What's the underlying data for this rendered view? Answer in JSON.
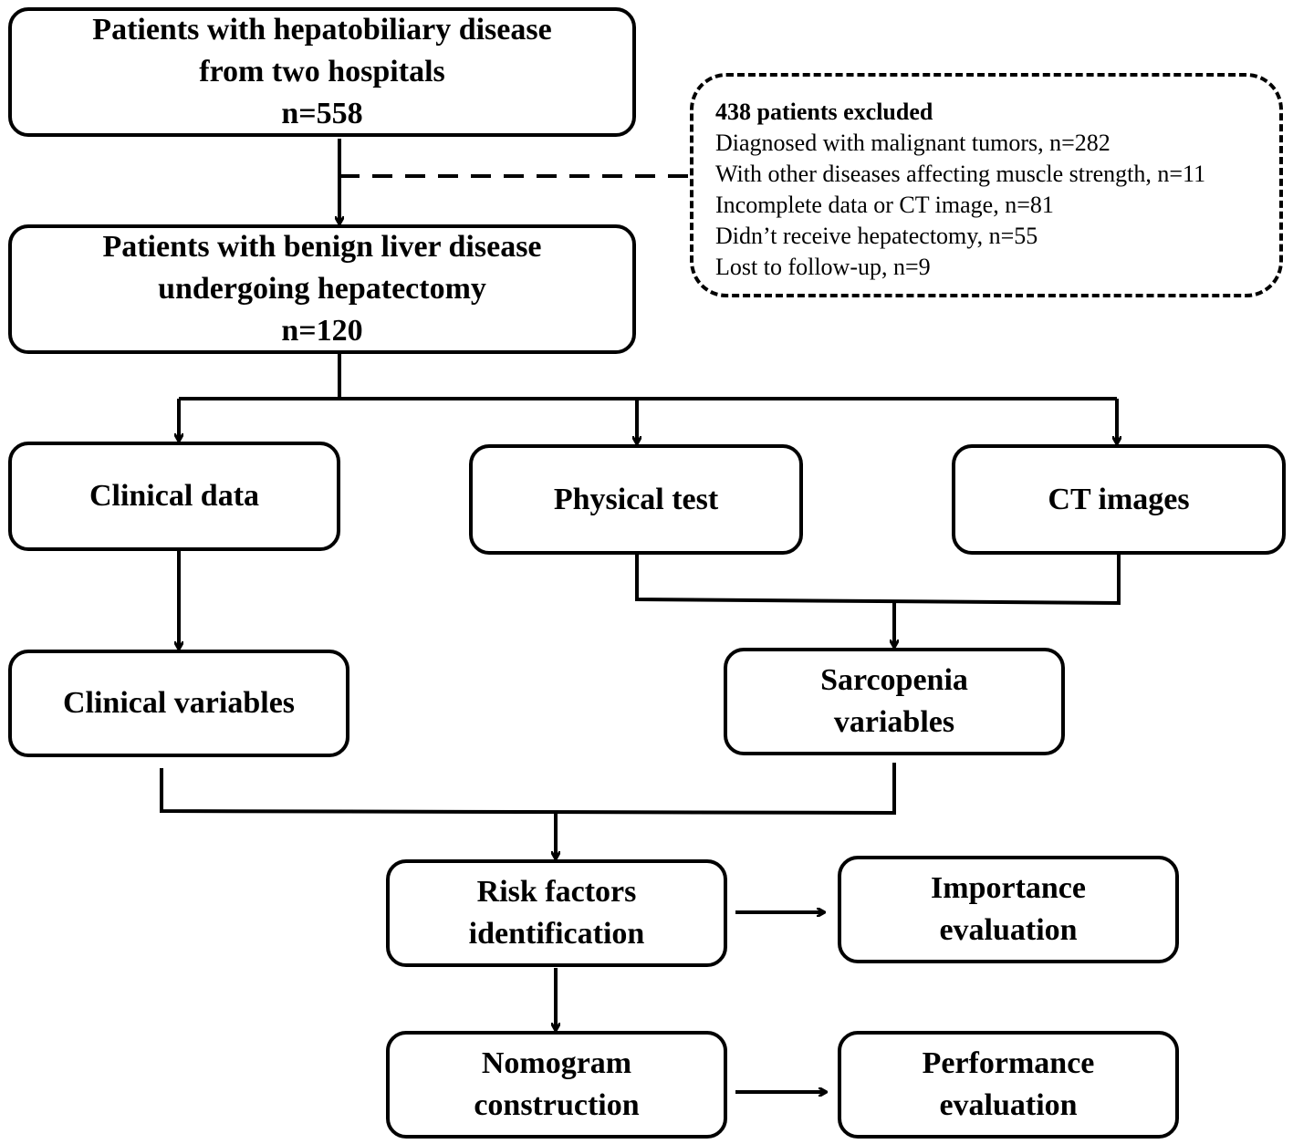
{
  "boxes": {
    "initial": {
      "line1": "Patients with hepatobiliary disease",
      "line2": "from two hospitals",
      "line3": "n=558"
    },
    "included": {
      "line1": "Patients with benign liver disease",
      "line2": "undergoing hepatectomy",
      "line3": "n=120"
    },
    "clinical_data": {
      "line1": "Clinical data"
    },
    "physical_test": {
      "line1": "Physical test"
    },
    "ct_images": {
      "line1": "CT images"
    },
    "clinical_variables": {
      "line1": "Clinical variables"
    },
    "sarcopenia_variables": {
      "line1": "Sarcopenia",
      "line2": "variables"
    },
    "risk_factors": {
      "line1": "Risk factors",
      "line2": "identification"
    },
    "importance": {
      "line1": "Importance",
      "line2": "evaluation"
    },
    "nomogram": {
      "line1": "Nomogram",
      "line2": "construction"
    },
    "performance": {
      "line1": "Performance",
      "line2": "evaluation"
    }
  },
  "exclusion": {
    "title": "438 patients excluded",
    "items": [
      "Diagnosed with malignant tumors, n=282",
      "With other diseases affecting muscle strength, n=11",
      "Incomplete data or CT image, n=81",
      "Didn’t receive hepatectomy, n=55",
      "Lost to follow-up, n=9"
    ]
  }
}
